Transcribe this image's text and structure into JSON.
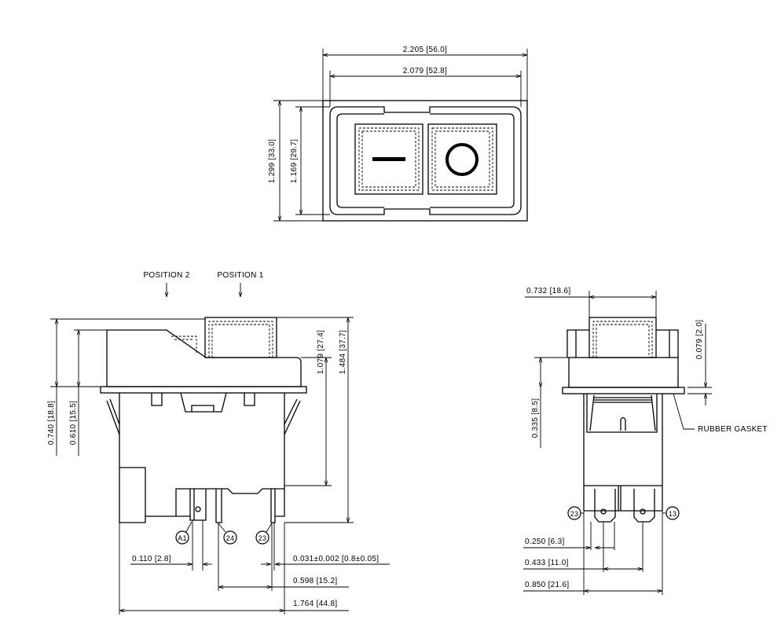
{
  "top_view": {
    "overall_width": "2.205 [56.0]",
    "bezel_width": "2.079 [52.8]",
    "overall_height": "1.299 [33.0]",
    "bezel_height": "1.169 [29.7]",
    "symbols": [
      "on-bar-symbol",
      "off-circle-symbol"
    ]
  },
  "front_view": {
    "position_2": "POSITION 2",
    "position_1": "POSITION 1",
    "dim_0740": "0.740 [18.8]",
    "dim_0610": "0.610 [15.5]",
    "dim_1079": "1.079 [27.4]",
    "dim_1484": "1.484 [37.7]",
    "terminals": [
      "A1",
      "24",
      "23"
    ],
    "dim_0110": "0.110 [2.8]",
    "dim_0031": "0.031±0.002 [0.8±0.05]",
    "dim_0598": "0.598 [15.2]",
    "dim_1764": "1.764 [44.8]"
  },
  "side_view": {
    "dim_0732": "0.732 [18.6]",
    "dim_0079": "0.079 [2.0]",
    "dim_0335": "0.335 [8.5]",
    "gasket_label": "RUBBER GASKET",
    "terminals": [
      "23",
      "13"
    ],
    "dim_0250": "0.250 [6.3]",
    "dim_0433": "0.433 [11.0]",
    "dim_0850": "0.850 [21.6]"
  }
}
